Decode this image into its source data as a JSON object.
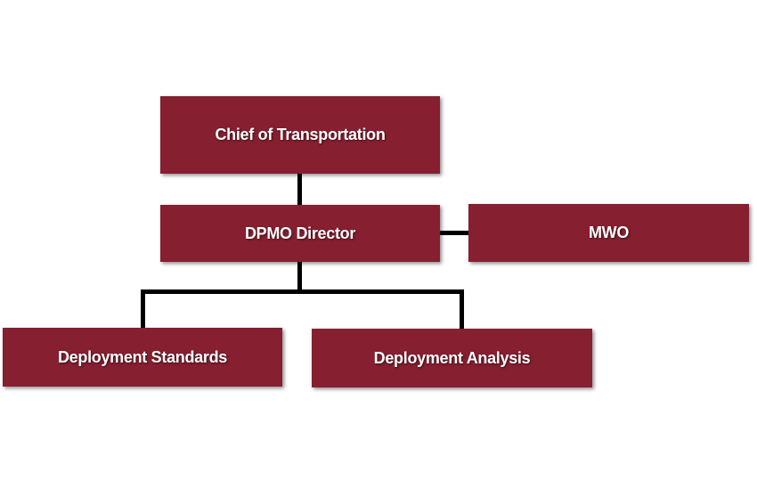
{
  "colors": {
    "box_fill": "#861f2f",
    "box_text": "#ffffff",
    "connector": "#000000"
  },
  "nodes": {
    "chief": "Chief of Transportation",
    "dpmo_director": "DPMO Director",
    "mwo": "MWO",
    "deployment_standards": "Deployment Standards",
    "deployment_analysis": "Deployment Analysis"
  }
}
